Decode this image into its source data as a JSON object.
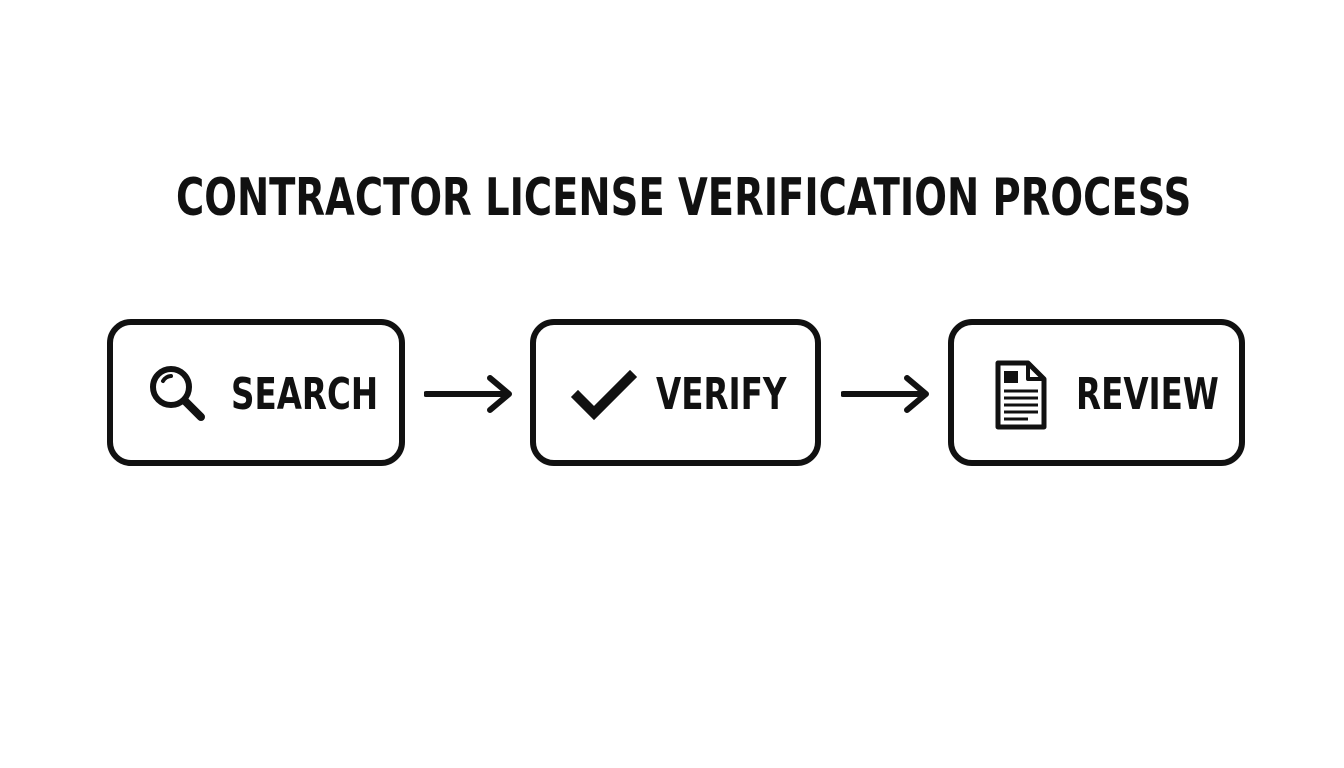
{
  "diagram": {
    "title": "CONTRACTOR LICENSE VERIFICATION PROCESS",
    "steps": [
      {
        "label": "SEARCH",
        "icon": "magnifying-glass-icon"
      },
      {
        "label": "VERIFY",
        "icon": "checkmark-icon"
      },
      {
        "label": "REVIEW",
        "icon": "document-icon"
      }
    ],
    "connectors": [
      "right-arrow-icon",
      "right-arrow-icon"
    ]
  },
  "colors": {
    "ink": "#111111",
    "background": "#ffffff"
  }
}
